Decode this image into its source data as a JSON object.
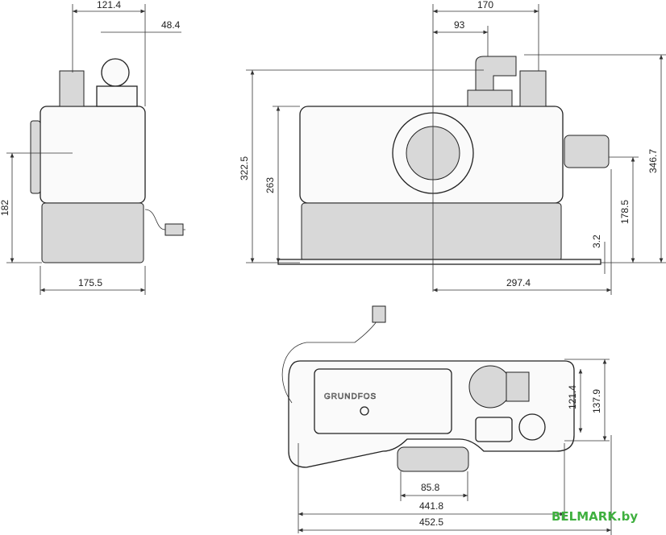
{
  "side_view": {
    "dim_top_width": "121.4",
    "dim_fitting_offset": "48.4",
    "dim_height": "182",
    "dim_width": "175.5"
  },
  "front_view": {
    "dim_top_width": "170",
    "dim_fitting_offset": "93",
    "dim_total_height": "322.5",
    "dim_body_height": "263",
    "dim_outlet_height": "346.7",
    "dim_inlet_height": "178.5",
    "dim_base": "3.2",
    "dim_half_width": "297.4"
  },
  "top_view": {
    "brand_logo": "GRUNDFOS",
    "dim_depth_inner": "121.4",
    "dim_depth_outer": "137.9",
    "dim_inlet_diameter": "85.8",
    "dim_width_inner": "441.8",
    "dim_width_outer": "452.5"
  },
  "watermark": {
    "text": "BELMARK.by",
    "color": "#3fb03f"
  }
}
